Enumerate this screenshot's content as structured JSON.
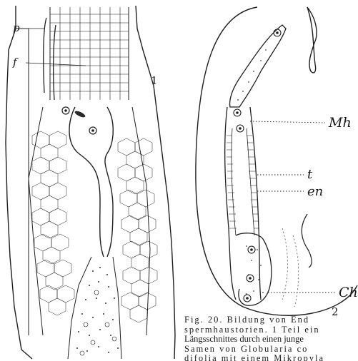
{
  "figure": {
    "panel_labels": {
      "left": "1",
      "right": "2"
    },
    "labels_left": {
      "p": "p",
      "f": "f"
    },
    "labels_right": {
      "mh": "Mh",
      "t": "t",
      "en": "en",
      "ch": "Ch"
    },
    "caption_lines": [
      "Fig. 20. Bildung von End",
      "spermhaustorien. 1 Teil ein",
      "Längsschnittes durch einen junge",
      "Samen von Globularia co",
      "difolia mit einem Mikropyla"
    ]
  }
}
